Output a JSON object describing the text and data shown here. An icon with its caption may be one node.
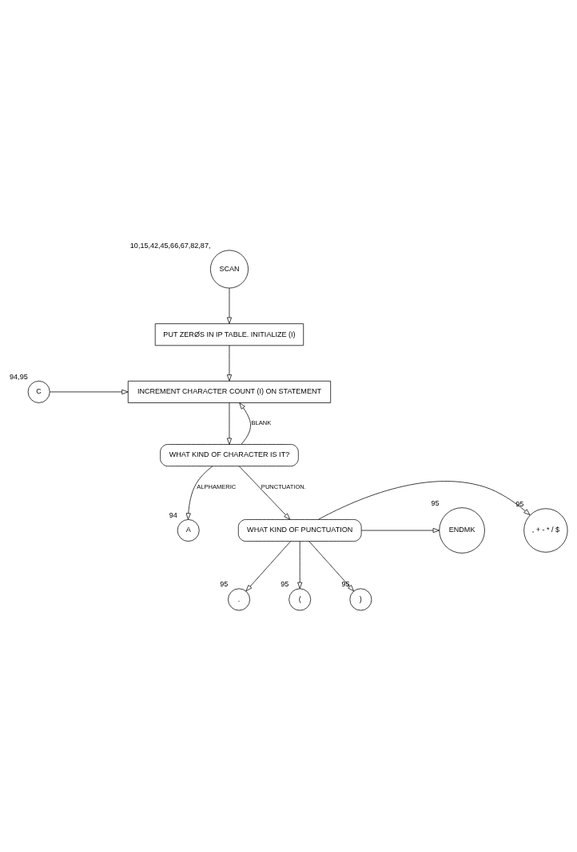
{
  "diagram": {
    "nodes": [
      {
        "text": [
          "SCAN"
        ],
        "beside": [
          "10,15,42,45,66,67,82,87,"
        ]
      },
      {
        "text": [
          "PUT ZERØS IN IP TABLE. INITIALIZE (I)"
        ]
      },
      {
        "text": [
          "INCREMENT CHARACTER COUNT (I) ON STATEMENT"
        ]
      },
      {
        "text": [
          "C"
        ],
        "beside": [
          "94,95"
        ]
      },
      {
        "text": [
          "WHAT KIND OF CHARACTER IS IT?"
        ]
      },
      {
        "text": [
          "A"
        ],
        "beside": [
          "94"
        ]
      },
      {
        "text": [
          "WHAT KIND OF PUNCTUATION"
        ]
      },
      {
        "text": [
          ", + - * / $"
        ],
        "beside": [
          "95"
        ]
      },
      {
        "text": [
          "ENDMK"
        ],
        "beside": [
          "95"
        ]
      },
      {
        "text": [
          "."
        ],
        "beside": [
          "95"
        ]
      },
      {
        "text": [
          "("
        ],
        "beside": [
          "95"
        ]
      },
      {
        "text": [
          ")"
        ],
        "beside": [
          "95"
        ]
      }
    ],
    "edges": [
      {
        "from": 0,
        "to": 1,
        "arrow": "to"
      },
      {
        "from": 1,
        "to": 2,
        "arrow": "to"
      },
      {
        "from": 3,
        "to": 2,
        "arrow": "to"
      },
      {
        "from": 2,
        "to": 4,
        "arrow": "to"
      },
      {
        "from": 4,
        "to": 2,
        "arrow": "to",
        "label": "BLANK"
      },
      {
        "from": 4,
        "to": 5,
        "arrow": "to",
        "label": "ALPHAMERIC"
      },
      {
        "from": 4,
        "to": 6,
        "arrow": "to",
        "label": "PUNCTUATION."
      },
      {
        "from": 6,
        "to": 7,
        "arrow": "to"
      },
      {
        "from": 6,
        "to": 8,
        "arrow": "to"
      },
      {
        "from": 6,
        "to": 9,
        "arrow": "to"
      },
      {
        "from": 6,
        "to": 10,
        "arrow": "to"
      },
      {
        "from": 6,
        "to": 11,
        "arrow": "to"
      }
    ]
  }
}
